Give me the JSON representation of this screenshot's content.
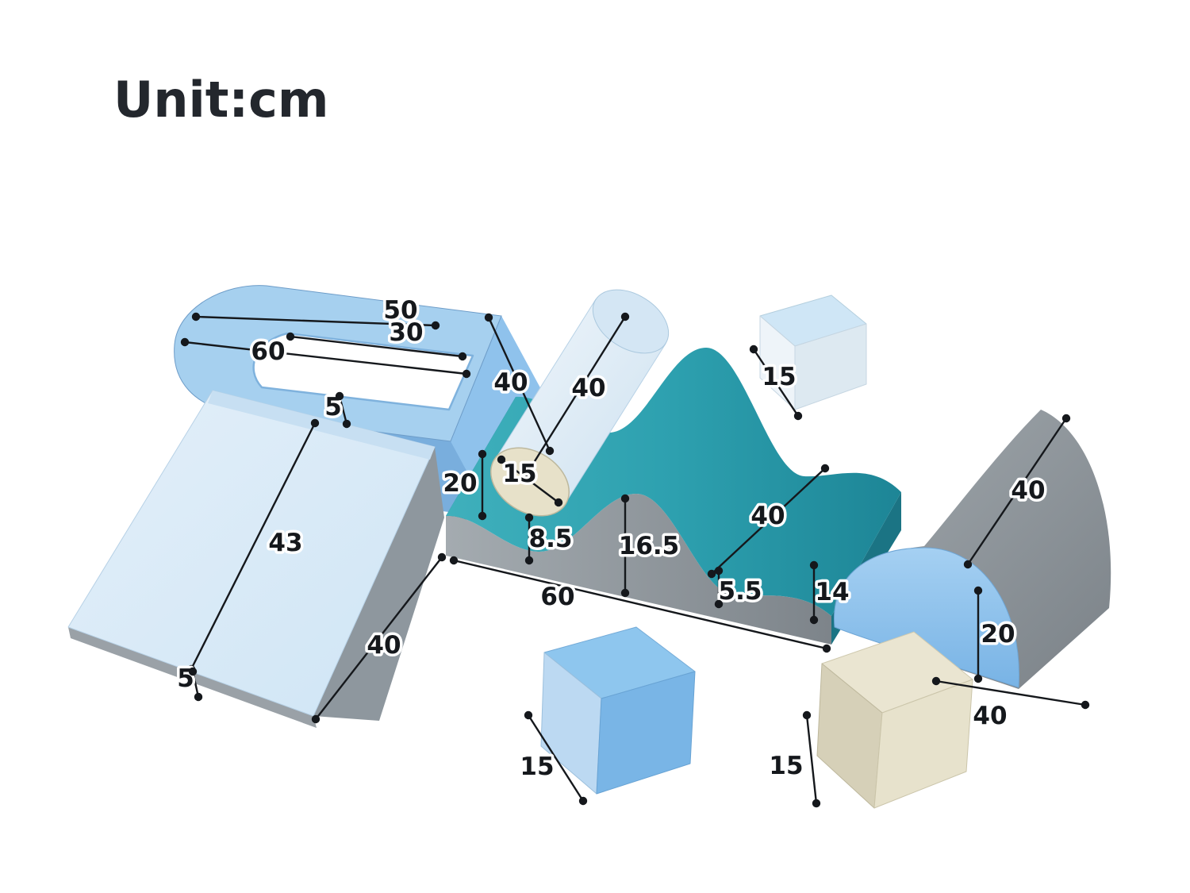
{
  "title": "Unit:cm",
  "colors": {
    "ink": "#15181c",
    "white": "#ffffff",
    "light_blue": "#a6d0ef",
    "mid_blue": "#79aedd",
    "end_blue": "#8fc2ec",
    "pale_blue": "#d9eaf7",
    "teal": "#2da0af",
    "teal_dark": "#1b7484",
    "gray": "#979ea4",
    "cream": "#e7e1c9"
  },
  "dims": [
    {
      "id": "tunnel-hole-length",
      "value": "50"
    },
    {
      "id": "tunnel-hole-width",
      "value": "30"
    },
    {
      "id": "tunnel-outer-length",
      "value": "60"
    },
    {
      "id": "tunnel-wall-thickness",
      "value": "5"
    },
    {
      "id": "tunnel-depth",
      "value": "40"
    },
    {
      "id": "cylinder-length",
      "value": "40"
    },
    {
      "id": "small-cube-size",
      "value": "15"
    },
    {
      "id": "wave-left-height",
      "value": "20"
    },
    {
      "id": "cylinder-diameter",
      "value": "15"
    },
    {
      "id": "wave-valley-thickness",
      "value": "8.5"
    },
    {
      "id": "wave-crest-thickness",
      "value": "16.5"
    },
    {
      "id": "wave-width",
      "value": "40"
    },
    {
      "id": "wave-right-valley-thickness",
      "value": "5.5"
    },
    {
      "id": "wave-right-height",
      "value": "14"
    },
    {
      "id": "wave-length",
      "value": "60"
    },
    {
      "id": "ramp-slope-length",
      "value": "43"
    },
    {
      "id": "ramp-edge-thickness",
      "value": "5"
    },
    {
      "id": "ramp-width",
      "value": "40"
    },
    {
      "id": "arch-length",
      "value": "40"
    },
    {
      "id": "arch-height",
      "value": "20"
    },
    {
      "id": "arch-bottom-width",
      "value": "40"
    },
    {
      "id": "blue-cube-size",
      "value": "15"
    },
    {
      "id": "beige-cube-size",
      "value": "15"
    }
  ]
}
